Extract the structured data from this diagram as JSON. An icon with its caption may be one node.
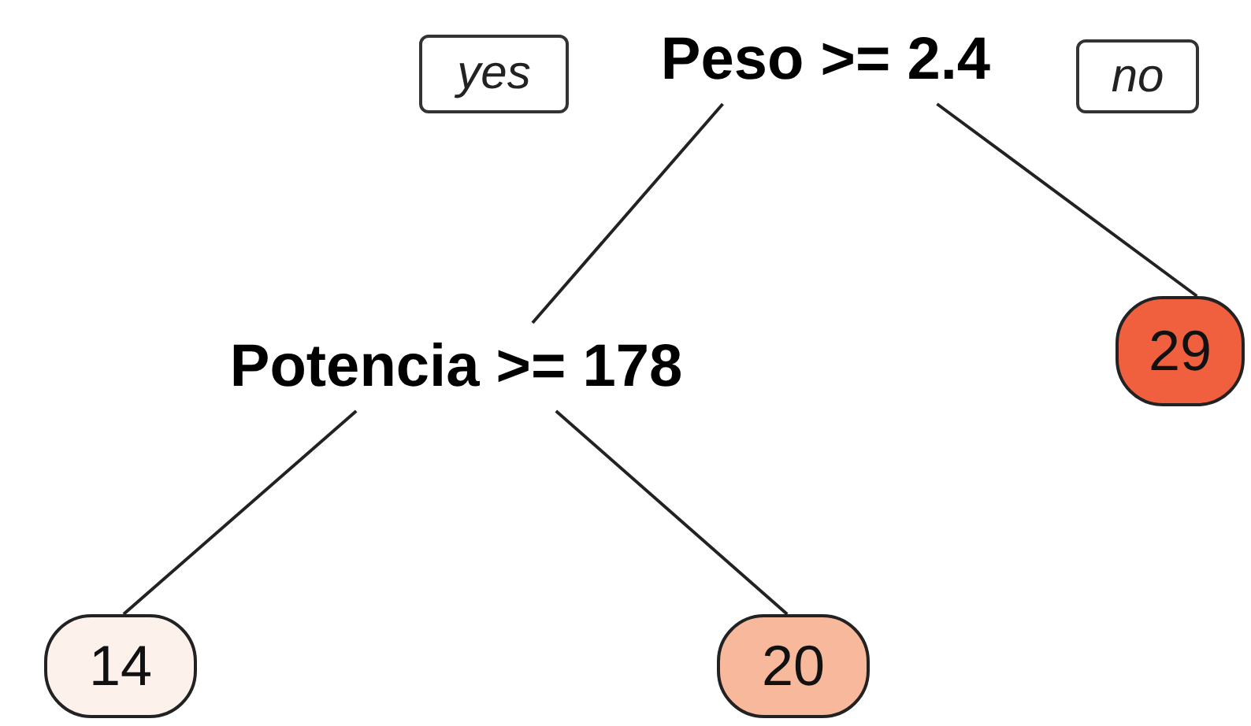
{
  "diagram": {
    "nodes": [
      {
        "text": [
          "Peso >= 2.4"
        ]
      },
      {
        "text": [
          "Potencia >= 178"
        ]
      },
      {
        "text": [
          "29"
        ]
      },
      {
        "text": [
          "14"
        ]
      },
      {
        "text": [
          "20"
        ]
      }
    ],
    "edges": [
      {
        "from": 0,
        "to": 1,
        "arrow": "none"
      },
      {
        "from": 0,
        "to": 2,
        "arrow": "none"
      },
      {
        "from": 1,
        "to": 3,
        "arrow": "none"
      },
      {
        "from": 1,
        "to": 4,
        "arrow": "none"
      }
    ],
    "labels": [
      "yes",
      "no"
    ]
  }
}
